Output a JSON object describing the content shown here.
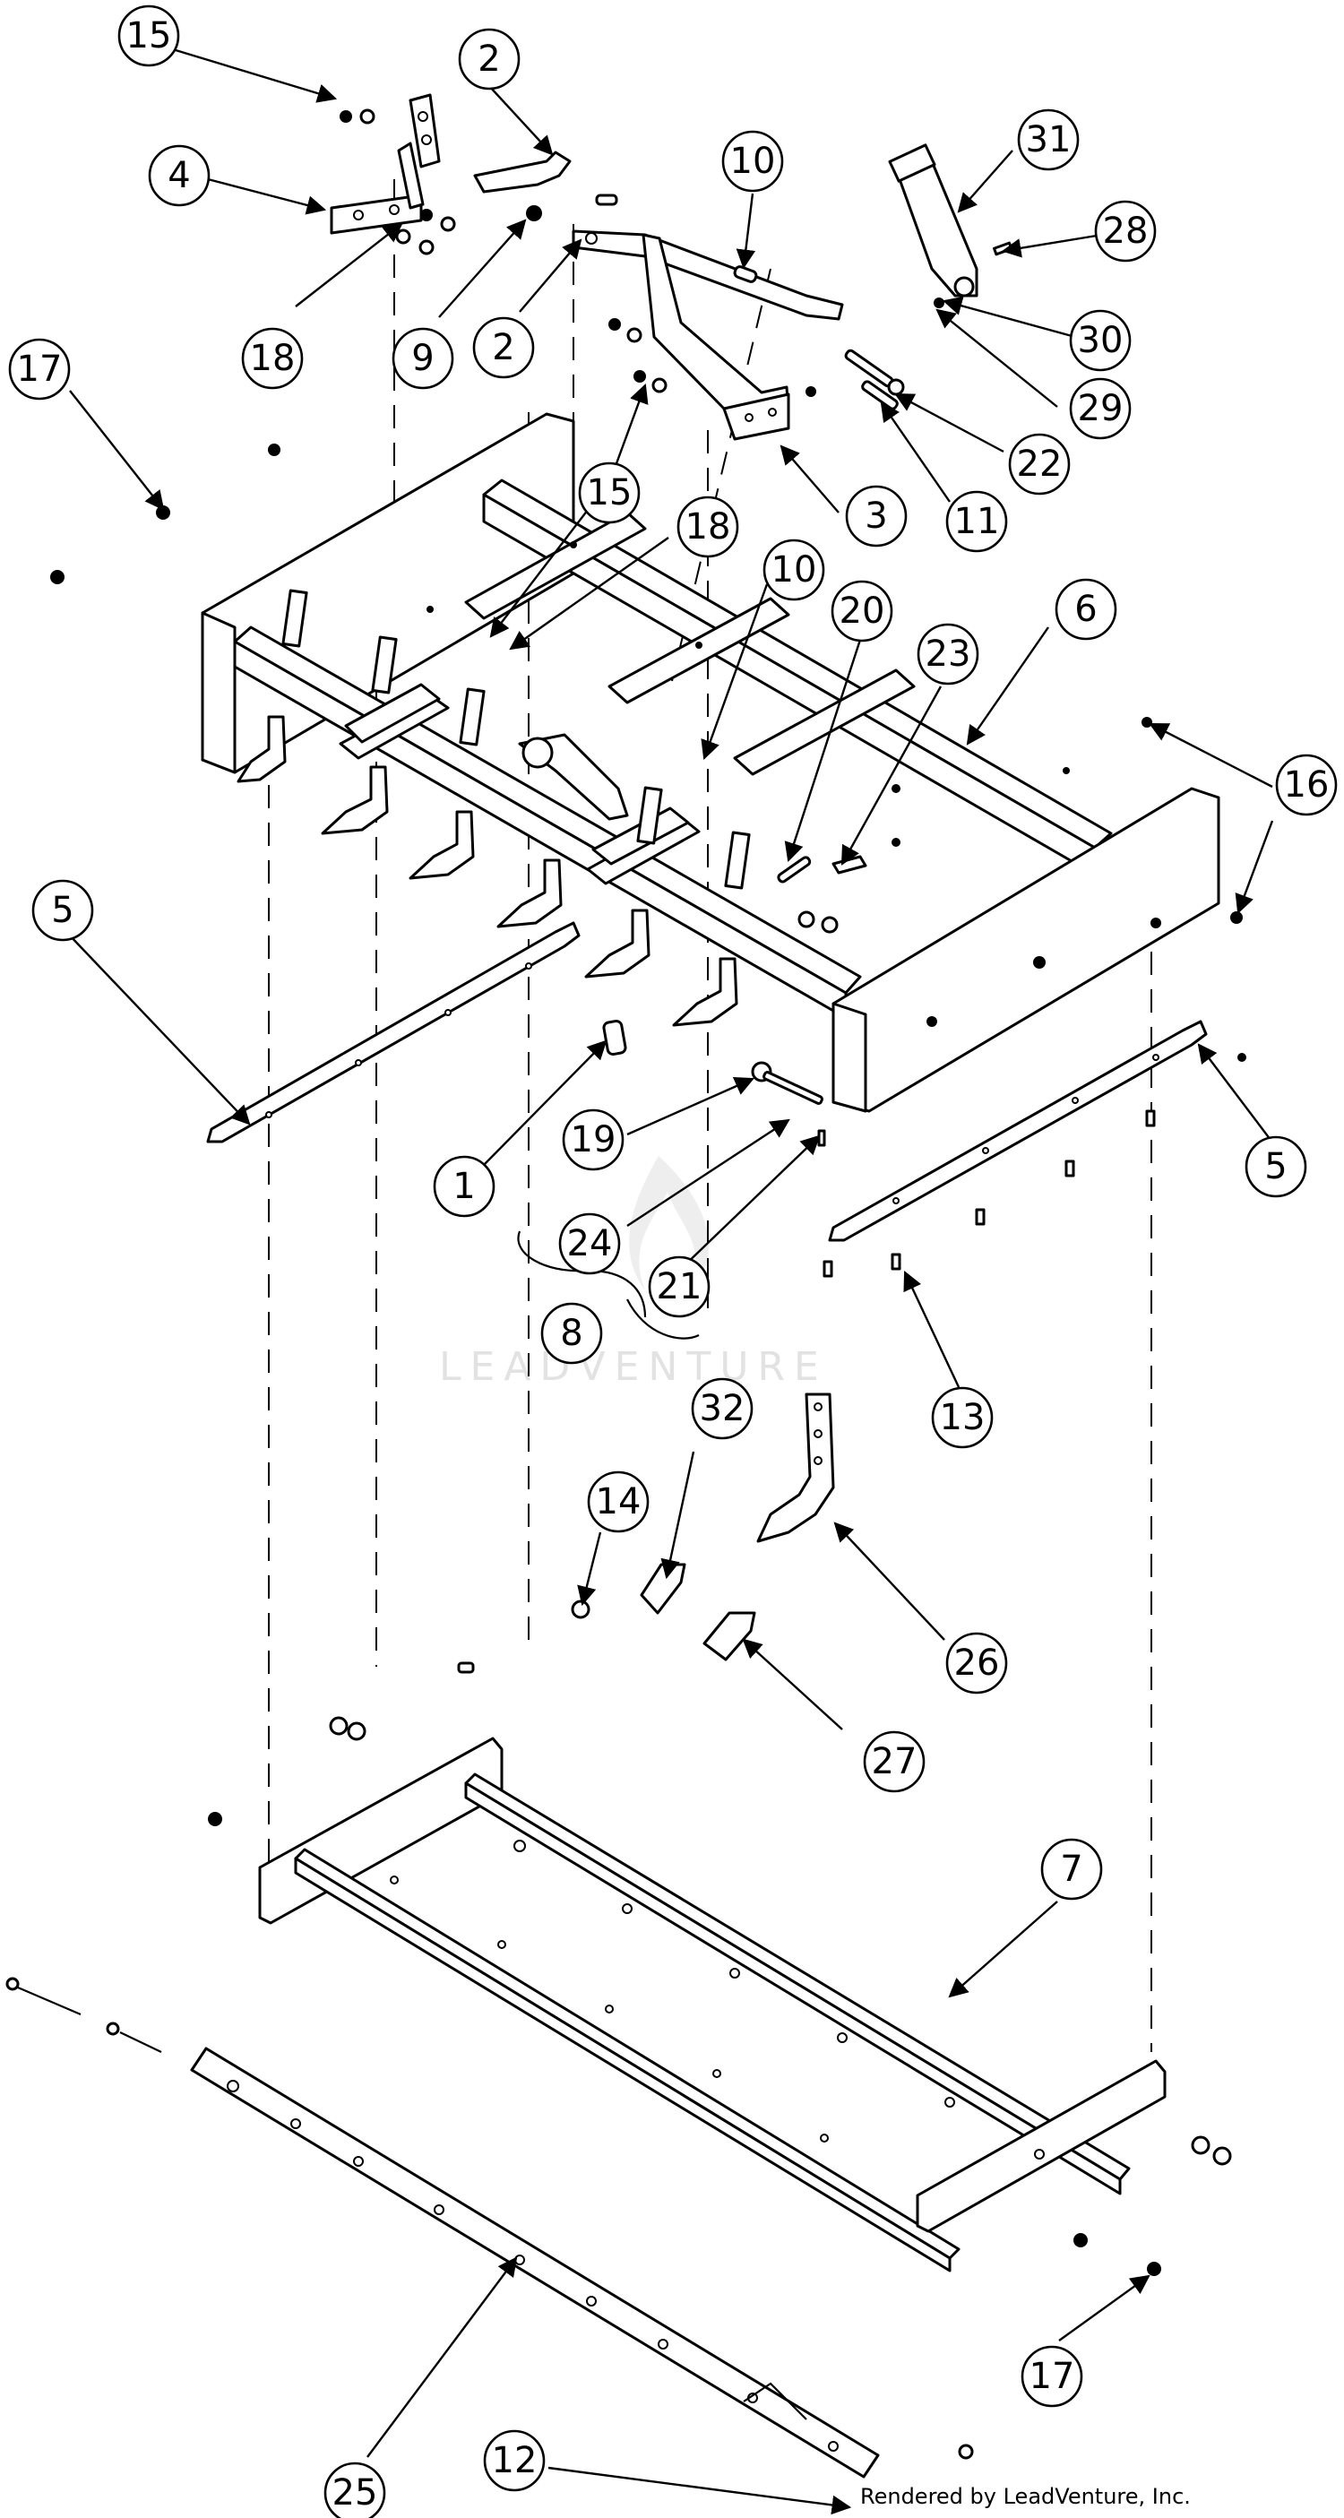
{
  "watermark": "LEADVENTURE",
  "credit": "Rendered by LeadVenture, Inc.",
  "callouts": [
    "15",
    "2",
    "4",
    "18",
    "9",
    "2",
    "10",
    "31",
    "28",
    "30",
    "29",
    "22",
    "11",
    "3",
    "17",
    "15",
    "18",
    "10",
    "20",
    "23",
    "6",
    "16",
    "5",
    "5",
    "1",
    "19",
    "24",
    "21",
    "8",
    "13",
    "14",
    "32",
    "26",
    "27",
    "7",
    "25",
    "17",
    "12"
  ]
}
